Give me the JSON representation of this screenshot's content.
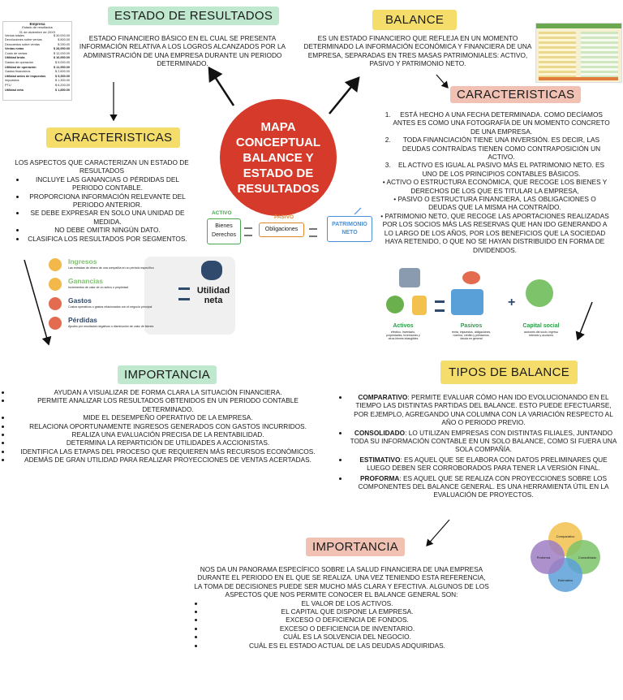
{
  "center_circle": "MAPA CONCEPTUAL BALANCE Y ESTADO DE RESULTADOS",
  "estado_resultados": {
    "title": "ESTADO DE RESULTADOS",
    "description": "ESTADO FINANCIERO BÁSICO EN EL CUAL SE PRESENTA INFORMACIÓN RELATIVA A LOS LOGROS ALCANZADOS POR LA ADMINISTRACIÓN DE UNA EMPRESA DURANTE UN PERIODO DETERMINADO.",
    "characteristics_title": "CARACTERISTICAS",
    "characteristics_intro": "LOS ASPECTOS QUE CARACTERIZAN UN ESTADO DE RESULTADOS",
    "characteristics": [
      "INCLUYE LAS GANANCIAS O PÉRDIDAS DEL PERIODO CONTABLE.",
      "PROPORCIONA INFORMACIÓN RELEVANTE DEL PERIODO ANTERIOR.",
      "SE DEBE EXPRESAR EN SOLO UNA UNIDAD DE MEDIDA.",
      "NO DEBE OMITIR NINGÚN DATO.",
      "CLASIFICA LOS RESULTADOS POR SEGMENTOS."
    ],
    "importance_title": "IMPORTANCIA",
    "importance": [
      "AYUDAN A VISUALIZAR DE FORMA CLARA LA SITUACIÓN FINANCIERA.",
      "PERMITE ANALIZAR LOS RESULTADOS OBTENIDOS EN UN PERIODO CONTABLE DETERMINADO.",
      "MIDE EL DESEMPEÑO OPERATIVO DE LA EMPRESA.",
      "RELACIONA OPORTUNAMENTE INGRESOS GENERADOS CON GASTOS INCURRIDOS.",
      "REALIZA UNA EVALUACIÓN PRECISA DE LA RENTABILIDAD.",
      "DETERMINA LA REPARTICIÓN DE UTILIDADES A ACCIONISTAS.",
      "IDENTIFICA LAS ETAPAS DEL PROCESO QUE REQUIEREN MÁS RECURSOS ECONÓMICOS.",
      "ADEMÁS DE GRAN UTILIDAD PARA REALIZAR PROYECCIONES DE VENTAS ACERTADAS."
    ],
    "illustration": {
      "items": [
        {
          "label": "Ingresos",
          "desc": "Las entradas de dinero de una compañía en un periodo específico",
          "color": "#7cc36a"
        },
        {
          "label": "Ganancias",
          "desc": "Incrementos de valor de un activo o propiedad",
          "color": "#7cc36a"
        },
        {
          "label": "Gastos",
          "desc": "Costos operativos o gastos relacionados con el negocio principal",
          "color": "#2f4a6d"
        },
        {
          "label": "Pérdidas",
          "desc": "Ajustes por resultados negativos o disminución de valor de bienes",
          "color": "#2f4a6d"
        }
      ],
      "result": "Utilidad neta"
    },
    "mini_statement": {
      "title": "Empresa",
      "subtitle": "Estado de resultados",
      "date": "31 de diciembre de 20XX",
      "rows": [
        [
          "Ventas totales",
          "$ 30,000.00"
        ],
        [
          "Devoluciones sobre ventas",
          "$ 800.00"
        ],
        [
          "Descuentos sobre ventas",
          "$ 250.00"
        ],
        [
          "Ventas netas",
          "$ 28,950.00"
        ],
        [
          "Costo de ventas",
          "$ 12,000.00"
        ],
        [
          "Utilidad bruta",
          "$ 16,950.00"
        ],
        [
          "Gastos de operación",
          "$ 5,000.00"
        ],
        [
          "Utilidad de operación",
          "$ 11,950.00"
        ],
        [
          "Gastos financieros",
          "$ 2,600.00"
        ],
        [
          "Utilidad antes de impuestos",
          "$ 9,350.00"
        ],
        [
          "Impuestos",
          "$ 1,300.00"
        ],
        [
          "PTU",
          "$ 6,200.00"
        ],
        [
          "Utilidad neta",
          "$ 1,850.00"
        ]
      ]
    }
  },
  "balance": {
    "title": "BALANCE",
    "description": "ES UN ESTADO FINANCIERO QUE REFLEJA EN UN MOMENTO DETERMINADO LA INFORMACIÓN ECONÓMICA Y FINANCIERA DE UNA EMPRESA, SEPARADAS EN TRES MASAS PATRIMONIALES: ACTIVO, PASIVO Y PATRIMONIO NETO.",
    "characteristics_title": "CARACTERISTICAS",
    "characteristics_numbered": [
      "ESTÁ HECHO A UNA FECHA DETERMINADA. COMO DECÍAMOS ANTES ES COMO UNA FOTOGRAFÍA DE UN MOMENTO CONCRETO DE UNA EMPRESA.",
      "TODA FINANCIACIÓN TIENE UNA INVERSIÓN. ES DECIR, LAS DEUDAS CONTRAÍDAS TIENEN COMO CONTRAPOSICIÓN UN ACTIVO.",
      "EL ACTIVO ES IGUAL AL PASIVO MÁS EL PATRIMONIO NETO. ES UNO DE LOS PRINCIPIOS CONTABLES BÁSICOS."
    ],
    "characteristics_bullets": [
      "ACTIVO O ESTRUCTURA ECONÓMICA, QUE RECOGE LOS BIENES Y DERECHOS DE LOS QUE ES TITULAR LA EMPRESA,",
      "PASIVO O ESTRUCTURA FINANCIERA, LAS OBLIGACIONES O DEUDAS QUE LA MISMA HA CONTRAÍDO.",
      "PATRIMONIO NETO, QUE RECOGE LAS APORTACIONES REALIZADAS POR LOS SOCIOS MÁS LAS RESERVAS QUE HAN IDO GENERANDO A LO LARGO DE LOS AÑOS, POR LOS BENEFICIOS QUE LA SOCIEDAD HAYA RETENIDO, O QUE NO SE HAYAN DISTRIBUIDO EN FORMA DE DIVIDENDOS."
    ],
    "equation": {
      "activo_label": "ACTIVO",
      "activo_items": [
        "Bienes",
        "Derechos"
      ],
      "pasivo_label": "PASIVO",
      "pasivo_item": "Obligaciones",
      "patrimonio": "PATRIMONIO NETO"
    },
    "equation_illustration": {
      "activos": "Activos",
      "activos_desc": "efectivo, inventario, propiedades, inversiones y otros bienes intangibles",
      "pasivos": "Pasivos",
      "pasivos_desc": "renta, impuestos, obligaciones, nómina, crédito y préstamos, deuda en general",
      "capital": "Capital social",
      "capital_desc": "acciones del socio, ingreso retenido y acciones"
    },
    "types_title": "TIPOS DE BALANCE",
    "types": [
      {
        "name": "COMPARATIVO",
        "text": ": PERMITE EVALUAR CÓMO HAN IDO EVOLUCIONANDO EN EL TIEMPO LAS DISTINTAS PARTIDAS DEL BALANCE. ESTO PUEDE EFECTUARSE, POR EJEMPLO, AGREGANDO UNA COLUMNA CON LA VARIACIÓN RESPECTO AL AÑO O PERIODO PREVIO."
      },
      {
        "name": "CONSOLIDADO",
        "text": ": LO UTILIZAN EMPRESAS CON DISTINTAS FILIALES, JUNTANDO TODA SU INFORMACIÓN CONTABLE EN UN SOLO BALANCE, COMO SI FUERA UNA SOLA COMPAÑÍA."
      },
      {
        "name": "ESTIMATIVO",
        "text": ": ES AQUEL QUE SE ELABORA CON DATOS PRELIMINARES QUE LUEGO DEBEN SER CORROBORADOS PARA TENER LA VERSIÓN FINAL."
      },
      {
        "name": "PROFORMA",
        "text": ": ES AQUEL QUE SE REALIZA CON PROYECCIONES SOBRE LOS COMPONENTES DEL BALANCE GENERAL. ES UNA HERRAMIENTA ÚTIL EN LA EVALUACIÓN DE PROYECTOS."
      }
    ],
    "venn": [
      "Comparativo",
      "Consolidado",
      "Estimativo",
      "Proforma"
    ],
    "importance_title": "IMPORTANCIA",
    "importance_intro": "NOS DA UN PANORAMA ESPECÍFICO SOBRE LA SALUD FINANCIERA DE UNA EMPRESA DURANTE EL PERIODO EN EL QUE SE REALIZA. UNA VEZ TENIENDO ESTA REFERENCIA, LA TOMA DE DECISIONES PUEDE SER MUCHO MÁS CLARA Y EFECTIVA. ALGUNOS DE LOS ASPECTOS QUE NOS PERMITE CONOCER EL BALANCE GENERAL SON:",
    "importance": [
      "EL VALOR DE LOS ACTIVOS.",
      "EL CAPITAL QUE DISPONE LA EMPRESA.",
      "EXCESO O DEFICIENCIA DE FONDOS.",
      "EXCESO O DEFICIENCIA DE INVENTARIO.",
      "CUÁL ES LA SOLVENCIA DEL NEGOCIO.",
      "CUÁL ES EL ESTADO ACTUAL DE LAS DEUDAS ADQUIRIDAS."
    ]
  }
}
